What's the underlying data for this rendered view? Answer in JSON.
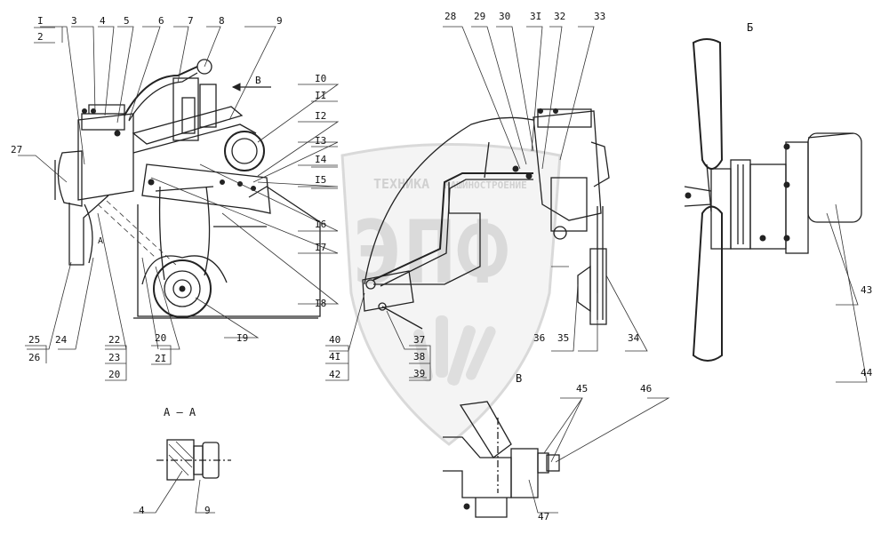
{
  "watermark": {
    "line1": "ТЕХНИКА",
    "line2": "МАШИНОСТРОЕНИЕ",
    "logo": "ЭПФ"
  },
  "views": {
    "section_label": "А – А",
    "view_b": "Б",
    "view_v": "В",
    "arrow_v": "В",
    "marker_a": "А"
  },
  "callouts": {
    "c1": "I",
    "c2": "2",
    "c3": "3",
    "c4": "4",
    "c5": "5",
    "c6": "6",
    "c7": "7",
    "c8": "8",
    "c9": "9",
    "c10": "I0",
    "c11": "II",
    "c12": "I2",
    "c13": "I3",
    "c14": "I4",
    "c15": "I5",
    "c16": "I6",
    "c17": "I7",
    "c18": "I8",
    "c19": "I9",
    "c20a": "20",
    "c20b": "20",
    "c21": "2I",
    "c22": "22",
    "c23": "23",
    "c24": "24",
    "c25": "25",
    "c26": "26",
    "c27": "27",
    "c28": "28",
    "c29": "29",
    "c30": "30",
    "c31": "3I",
    "c32": "32",
    "c33": "33",
    "c34": "34",
    "c35": "35",
    "c36": "36",
    "c37": "37",
    "c38": "38",
    "c39": "39",
    "c40": "40",
    "c41": "4I",
    "c42": "42",
    "c43": "43",
    "c44": "44",
    "c45": "45",
    "c46": "46",
    "c47": "47",
    "s4": "4",
    "s9": "9"
  }
}
